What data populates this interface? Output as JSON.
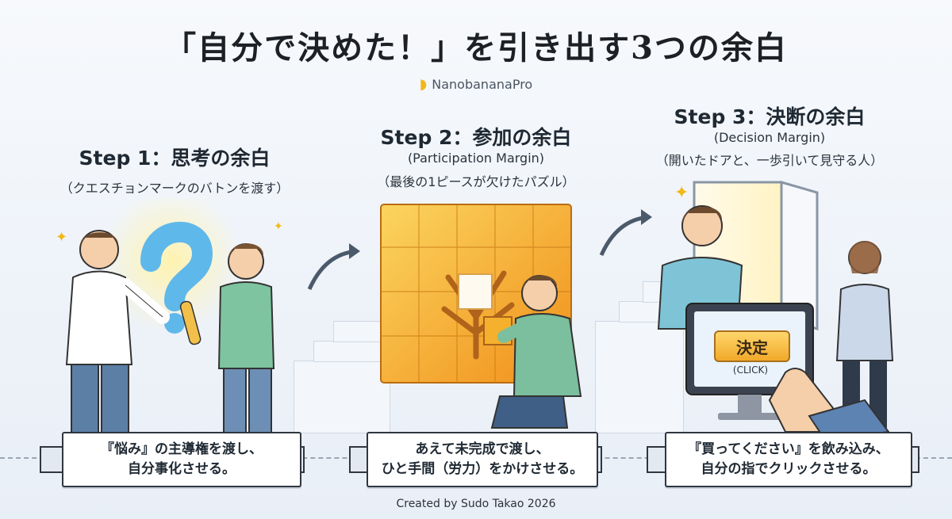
{
  "title": "「自分で決めた！」を引き出す3つの余白",
  "brand": "NanobananaPro",
  "steps": [
    {
      "title": "Step 1：思考の余白",
      "subtitle": "（クエスチョンマークのバトンを渡す）",
      "caption": [
        "『悩み』の主導権を渡し、",
        "自分事化させる。"
      ]
    },
    {
      "title": "Step 2：参加の余白",
      "subtitle_en": "(Participation Margin)",
      "subtitle": "（最後の1ピースが欠けたパズル）",
      "caption": [
        "あえて未完成で渡し、",
        "ひと手間（労力）をかけさせる。"
      ]
    },
    {
      "title": "Step 3：決断の余白",
      "subtitle_en": "(Decision Margin)",
      "subtitle": "（開いたドアと、一歩引いて見守る人）",
      "caption": [
        "『買ってください』を飲み込み、",
        "自分の指でクリックさせる。"
      ],
      "button_label": "決定",
      "click_label": "(CLICK)"
    }
  ],
  "footer": "Created by Sudo Takao 2026",
  "colors": {
    "accent": "#f2b818",
    "question": "#5fb8ea",
    "puzzle": "#f4a11d",
    "outline": "#2f3640"
  }
}
